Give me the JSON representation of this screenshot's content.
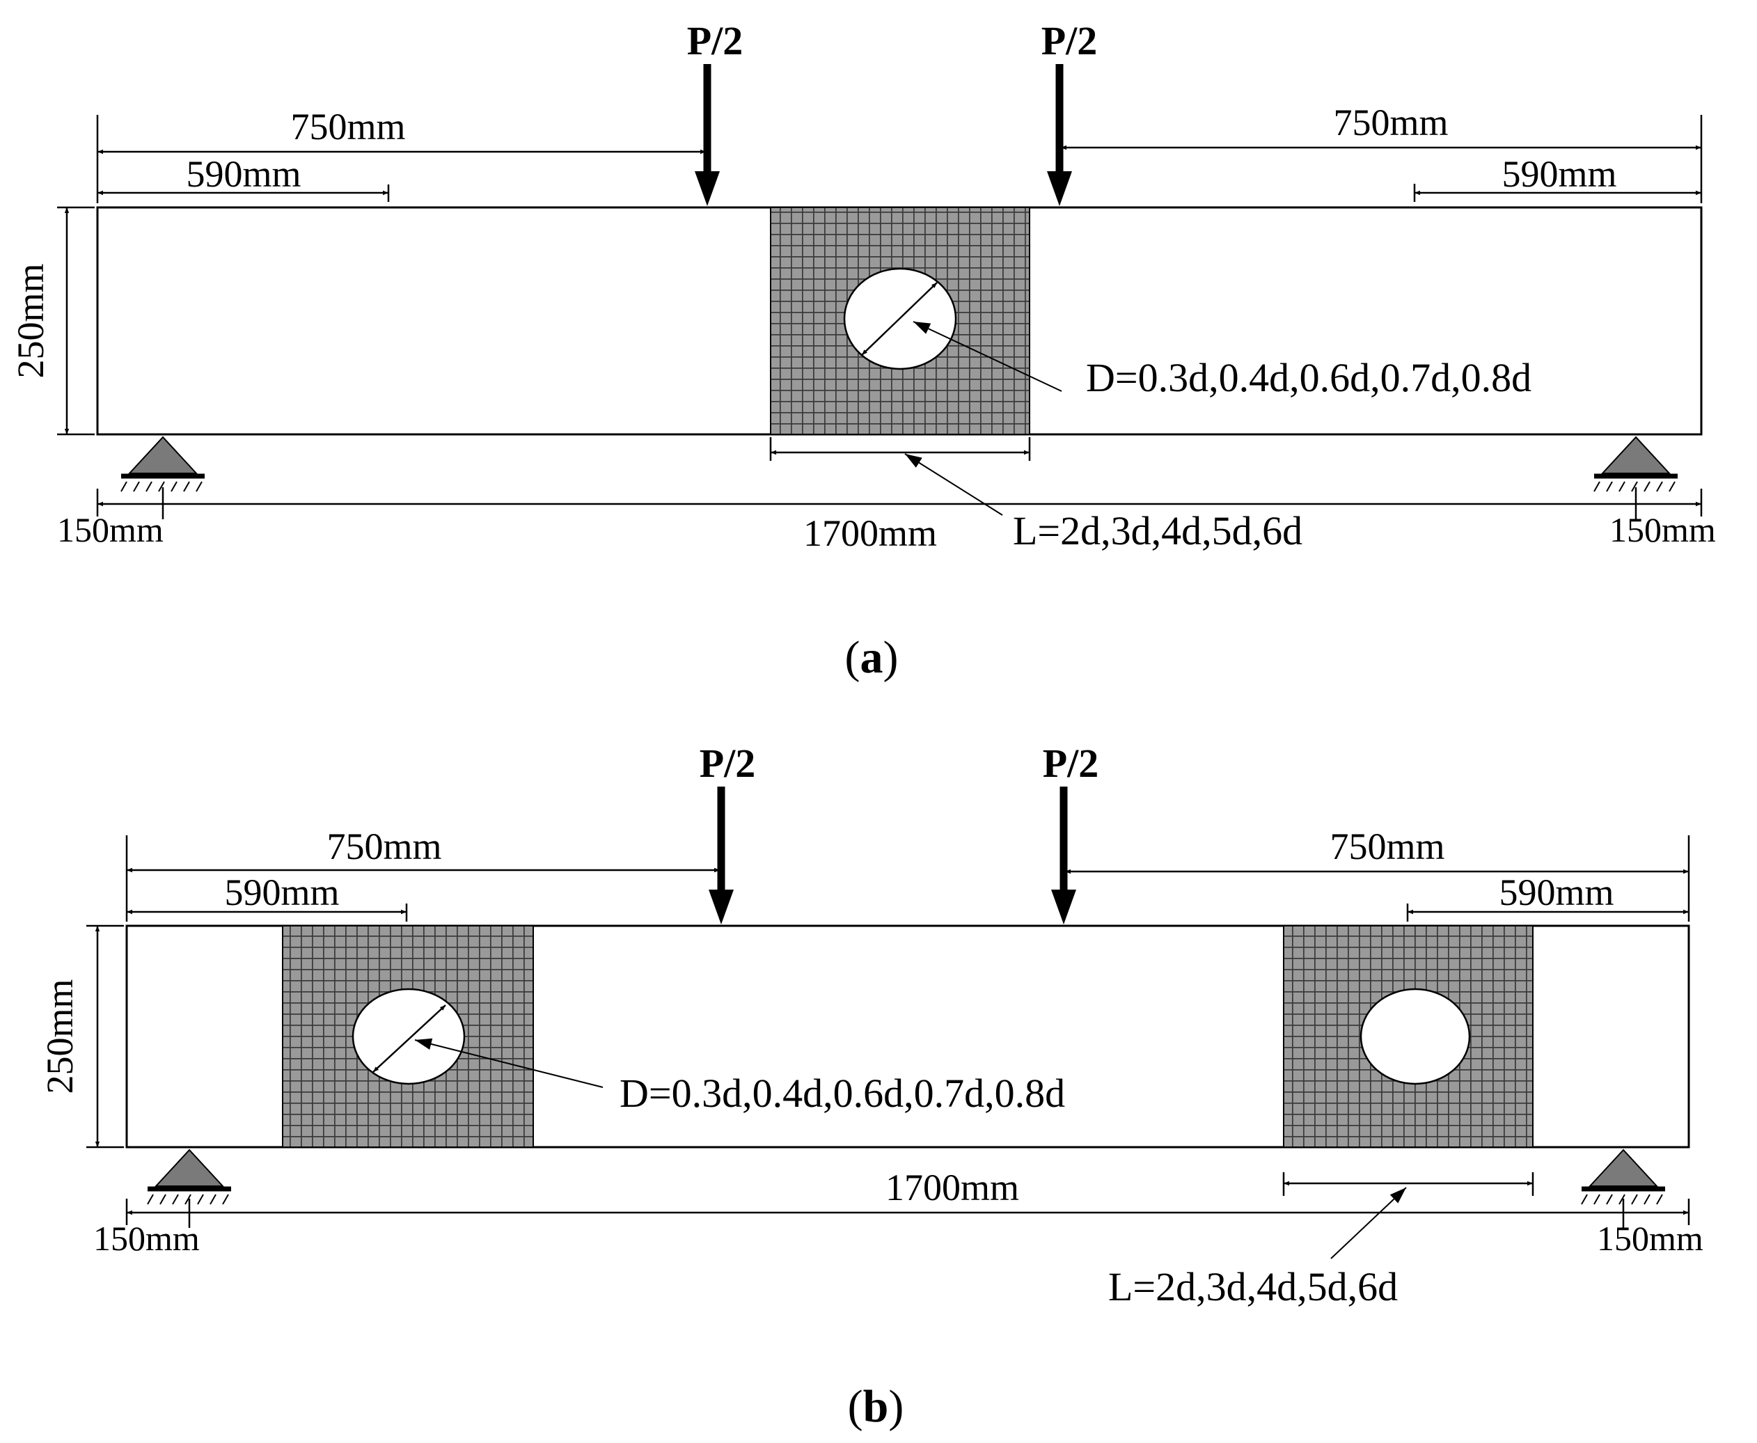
{
  "panels": [
    {
      "id": "a",
      "caption_letter": "a",
      "load_labels": [
        "P/2",
        "P/2"
      ],
      "dims": {
        "shear_span_left": "750mm",
        "shear_span_right": "750mm",
        "hole_pos_left": "590mm",
        "hole_pos_right": "590mm",
        "depth": "250mm",
        "span": "1700mm",
        "overhang_left": "150mm",
        "overhang_right": "150mm"
      },
      "hole_diameter_label": "D=0.3d,0.4d,0.6d,0.7d,0.8d",
      "wrap_length_label": "L=2d,3d,4d,5d,6d"
    },
    {
      "id": "b",
      "caption_letter": "b",
      "load_labels": [
        "P/2",
        "P/2"
      ],
      "dims": {
        "shear_span_left": "750mm",
        "shear_span_right": "750mm",
        "hole_pos_left": "590mm",
        "hole_pos_right": "590mm",
        "depth": "250mm",
        "span": "1700mm",
        "overhang_left": "150mm",
        "overhang_right": "150mm"
      },
      "hole_diameter_label": "D=0.3d,0.4d,0.6d,0.7d,0.8d",
      "wrap_length_label": "L=2d,3d,4d,5d,6d"
    }
  ],
  "colors": {
    "line": "#000000",
    "wrap_fill": "#9a9a9a",
    "wrap_grid": "#3a3a3a",
    "support_fill": "#7a7a7a"
  }
}
